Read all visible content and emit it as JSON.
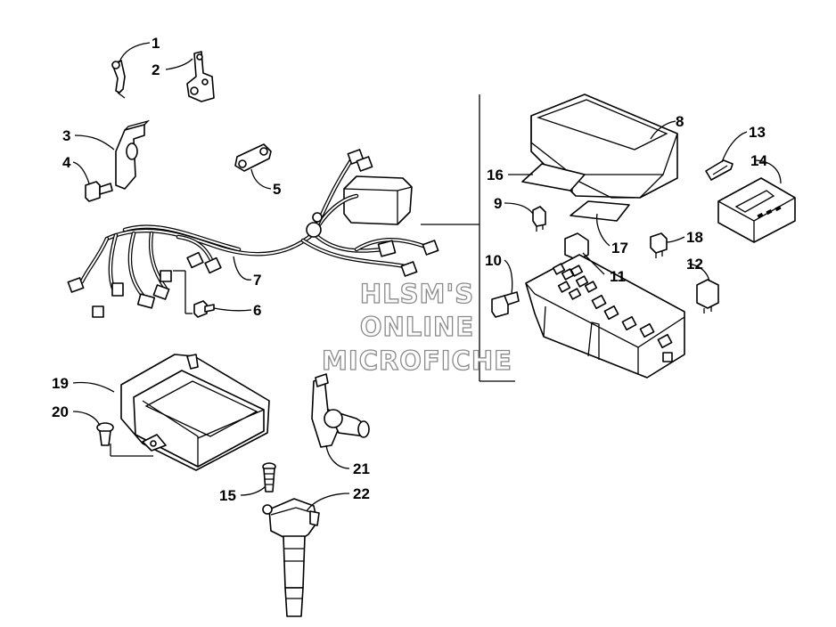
{
  "watermark": {
    "line1": "HLSM'S",
    "line2": "ONLINE",
    "line3": "MICROFICHE"
  },
  "callouts": [
    {
      "id": "1",
      "text": "1"
    },
    {
      "id": "2",
      "text": "2"
    },
    {
      "id": "3",
      "text": "3"
    },
    {
      "id": "4",
      "text": "4"
    },
    {
      "id": "5",
      "text": "5"
    },
    {
      "id": "6",
      "text": "6"
    },
    {
      "id": "7",
      "text": "7"
    },
    {
      "id": "8",
      "text": "8"
    },
    {
      "id": "9",
      "text": "9"
    },
    {
      "id": "10",
      "text": "10"
    },
    {
      "id": "11",
      "text": "11"
    },
    {
      "id": "12",
      "text": "12"
    },
    {
      "id": "13",
      "text": "13"
    },
    {
      "id": "14",
      "text": "14"
    },
    {
      "id": "15",
      "text": "15"
    },
    {
      "id": "16",
      "text": "16"
    },
    {
      "id": "17",
      "text": "17"
    },
    {
      "id": "18",
      "text": "18"
    },
    {
      "id": "19",
      "text": "19"
    },
    {
      "id": "20",
      "text": "20"
    },
    {
      "id": "21",
      "text": "21"
    },
    {
      "id": "22",
      "text": "22"
    }
  ]
}
